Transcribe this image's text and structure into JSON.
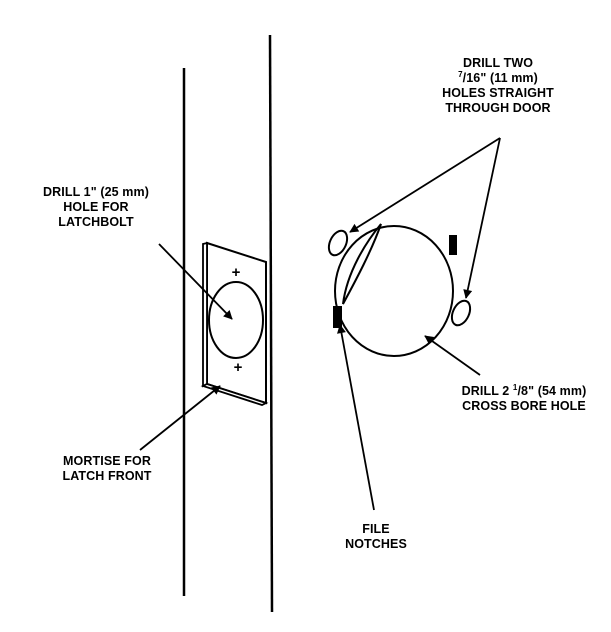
{
  "labels": {
    "drill_two": {
      "line1": "DRILL TWO",
      "line2_sup": "7",
      "line2_rest": "/16\" (11 mm)",
      "line3": "HOLES STRAIGHT",
      "line4": "THROUGH DOOR"
    },
    "drill_one": {
      "line1": "DRILL 1\" (25 mm)",
      "line2": "HOLE FOR",
      "line3": "LATCHBOLT"
    },
    "cross_bore": {
      "line1_pre": "DRILL 2 ",
      "line1_sup": "1",
      "line1_rest": "/8\" (54 mm)",
      "line2": "CROSS BORE HOLE"
    },
    "mortise": {
      "line1": "MORTISE FOR",
      "line2": "LATCH FRONT"
    },
    "file_notches": {
      "line1": "FILE",
      "line2": "NOTCHES"
    }
  },
  "plate_marks": {
    "top": "+",
    "bottom": "+"
  }
}
